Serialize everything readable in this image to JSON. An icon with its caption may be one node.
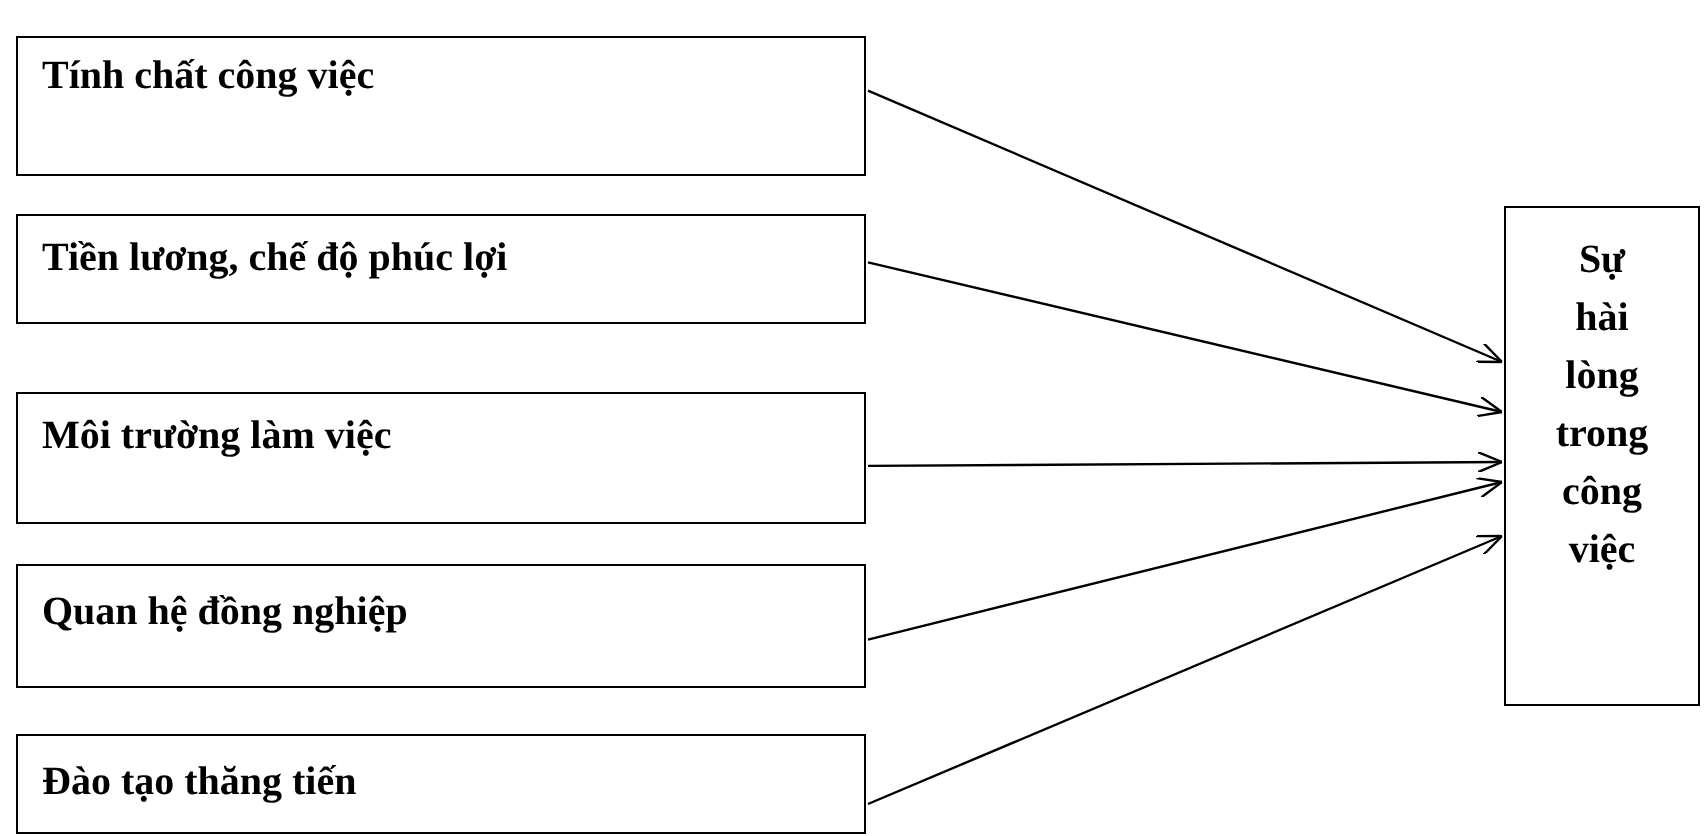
{
  "diagram": {
    "nodes": [
      {
        "text": [
          "Tính chất công việc"
        ]
      },
      {
        "text": [
          "Tiền lương, chế độ phúc lợi"
        ]
      },
      {
        "text": [
          "Môi trường làm việc"
        ]
      },
      {
        "text": [
          "Quan hệ đồng nghiệp"
        ]
      },
      {
        "text": [
          "Đào tạo thăng tiến"
        ]
      },
      {
        "text": [
          "Sự hài lòng trong công việc"
        ]
      }
    ],
    "edges": [
      {
        "from": 0,
        "to": 5,
        "arrow": "to"
      },
      {
        "from": 1,
        "to": 5,
        "arrow": "to"
      },
      {
        "from": 2,
        "to": 5,
        "arrow": "to"
      },
      {
        "from": 3,
        "to": 5,
        "arrow": "to"
      },
      {
        "from": 4,
        "to": 5,
        "arrow": "to"
      }
    ]
  }
}
